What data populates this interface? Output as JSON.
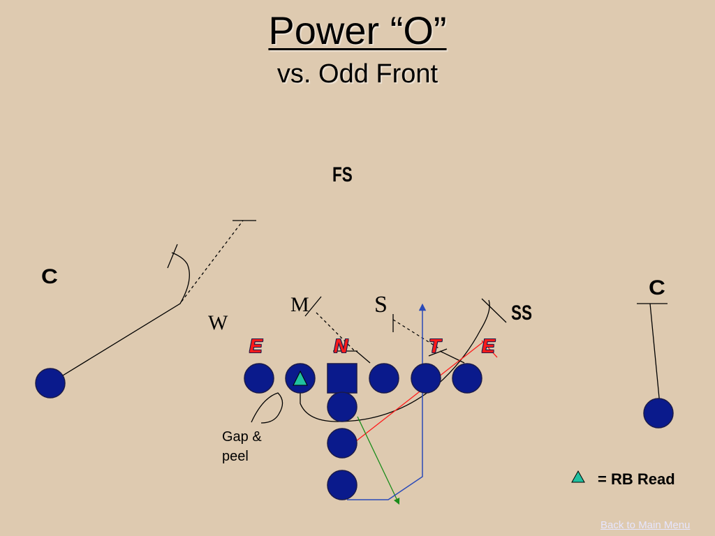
{
  "title": "Power “O”",
  "subtitle": "vs. Odd Front",
  "defense": {
    "fs": "FS",
    "corner_left": "C",
    "corner_right": "C",
    "w": "W",
    "m": "M",
    "s": "S",
    "ss": "SS"
  },
  "line": {
    "e_left": "E",
    "n": "N",
    "t": "T",
    "e_right": "E"
  },
  "note": {
    "line1": "Gap &",
    "line2": "peel"
  },
  "legend": {
    "text": "= RB Read"
  },
  "footer": {
    "back_link": "Back to Main Menu"
  },
  "colors": {
    "background": "#decab0",
    "player_fill": "#0a1a8c",
    "player_stroke": "#1a1a4a",
    "rb_read_triangle": "#20c0a0",
    "defensive_line_label": "#ff1a1a",
    "route_red": "#ff1a1a",
    "route_green": "#1a8c1a",
    "route_blue": "#2a4ab8"
  }
}
